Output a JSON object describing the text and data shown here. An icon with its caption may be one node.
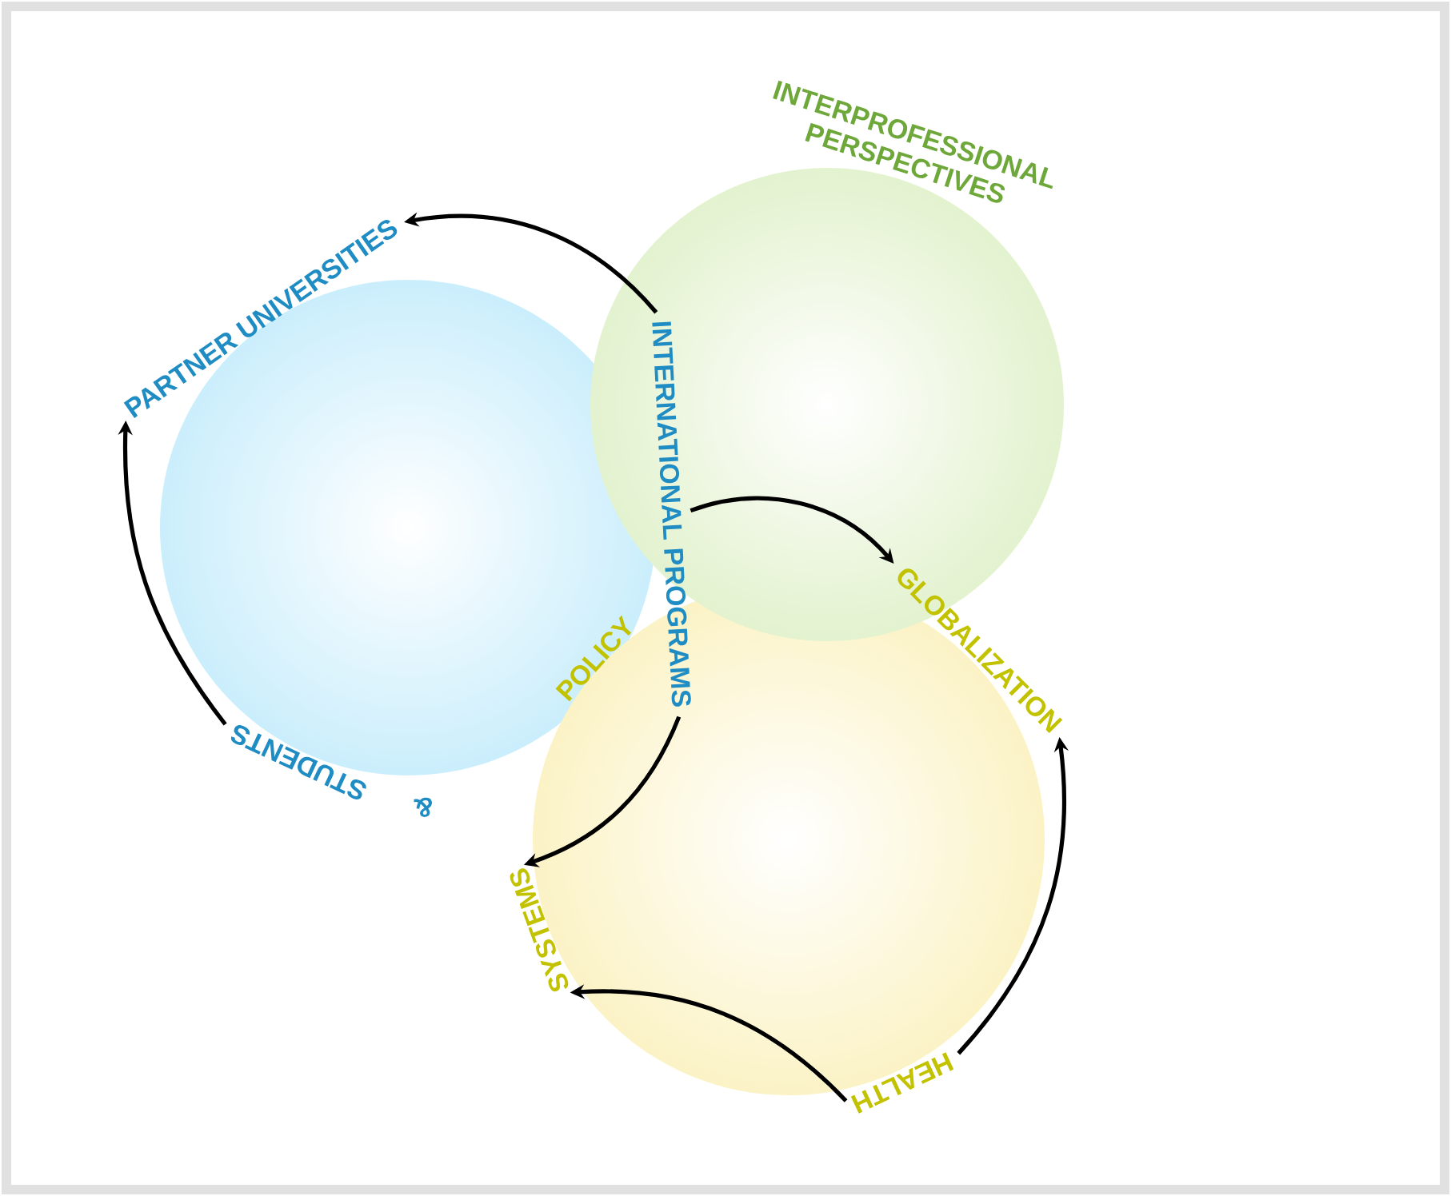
{
  "diagram": {
    "nodes": [
      {
        "text": [
          "INTERPROFESSIONAL PERSPECTIVES"
        ]
      },
      {
        "text": [
          "PARTNER UNIVERSITIES"
        ]
      },
      {
        "text": [
          "INTERNATIONAL PROGRAMS"
        ]
      },
      {
        "text": [
          "GLOBALIZATION"
        ]
      },
      {
        "text": [
          "POLICY"
        ]
      },
      {
        "text": [
          "STUDENTS"
        ]
      },
      {
        "text": [
          "SYSTEMS"
        ]
      },
      {
        "text": [
          "HEALTH"
        ]
      }
    ],
    "edges": [
      {
        "from": 2,
        "to": 1,
        "arrow": "to"
      },
      {
        "from": 5,
        "to": 1,
        "arrow": "to"
      },
      {
        "from": 2,
        "to": 3,
        "arrow": "to"
      },
      {
        "from": 2,
        "to": 6,
        "arrow": "to"
      },
      {
        "from": 7,
        "to": 3,
        "arrow": "to"
      },
      {
        "from": 7,
        "to": 6,
        "arrow": "to"
      }
    ],
    "labels": [
      "&"
    ]
  }
}
